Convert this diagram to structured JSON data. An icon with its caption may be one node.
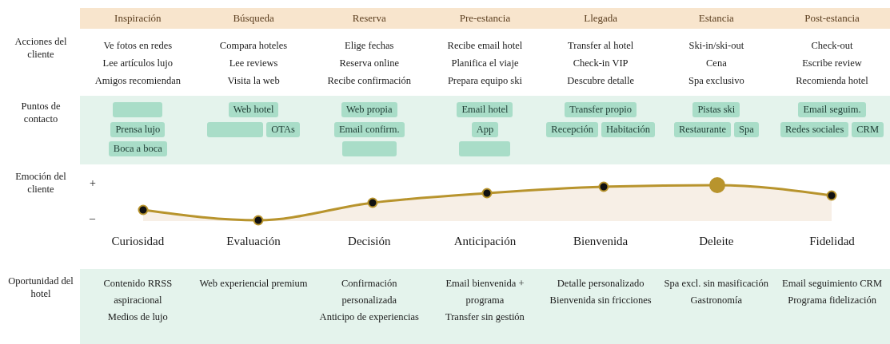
{
  "diagram": {
    "nodes": [
      {
        "text": [],
        "shape": "box"
      },
      {
        "text": [
          "Prensa lujo"
        ]
      },
      {
        "text": [
          "Boca a boca"
        ]
      },
      {
        "text": [
          "Web hotel"
        ]
      },
      {
        "text": [],
        "shape": "box"
      },
      {
        "text": [
          "OTAs"
        ]
      },
      {
        "text": [
          "Web propia"
        ]
      },
      {
        "text": [
          "Email confirm."
        ]
      },
      {
        "text": [],
        "shape": "box"
      },
      {
        "text": [
          "Email hotel"
        ]
      },
      {
        "text": [
          "App"
        ]
      },
      {
        "text": [],
        "shape": "box"
      },
      {
        "text": [
          "Transfer propio"
        ]
      },
      {
        "text": [
          "Recepción"
        ]
      },
      {
        "text": [
          "Habitación"
        ]
      },
      {
        "text": [
          "Pistas ski"
        ]
      },
      {
        "text": [
          "Restaurante"
        ]
      },
      {
        "text": [
          "Spa"
        ]
      },
      {
        "text": [
          "Email seguim."
        ]
      },
      {
        "text": [
          "Redes sociales"
        ]
      },
      {
        "text": [
          "CRM"
        ]
      }
    ],
    "edges": [],
    "labels": [
      "Inspiración",
      "Búsqueda",
      "Reserva",
      "Pre-estancia",
      "Llegada",
      "Estancia",
      "Post-estancia",
      "Acciones del cliente",
      "Ve fotos en redes",
      "Lee artículos lujo",
      "Amigos recomiendan",
      "Compara hoteles",
      "Lee reviews",
      "Visita la web",
      "Elige fechas",
      "Reserva online",
      "Recibe confirmación",
      "Recibe email hotel",
      "Planifica el viaje",
      "Prepara equipo ski",
      "Transfer al hotel",
      "Check-in VIP",
      "Descubre detalle",
      "Ski-in/ski-out",
      "Cena",
      "Spa exclusivo",
      "Check-out",
      "Escribe review",
      "Recomienda hotel",
      "Puntos de contacto",
      "Emoción del cliente",
      "+",
      "–",
      "Curiosidad",
      "Evaluación",
      "Decisión",
      "Anticipación",
      "Bienvenida",
      "Deleite",
      "Fidelidad",
      "Oportunidad del hotel",
      "Contenido RRSS aspiracional",
      "Medios de lujo",
      "Web experiencial premium",
      "Confirmación personalizada",
      "Anticipo de experiencias",
      "Email bienvenida + programa",
      "Transfer sin gestión",
      "Detalle personalizado",
      "Bienvenida sin fricciones",
      "Spa excl. sin masificación",
      "Gastronomía",
      "Email seguimiento CRM",
      "Programa fidelización"
    ]
  }
}
